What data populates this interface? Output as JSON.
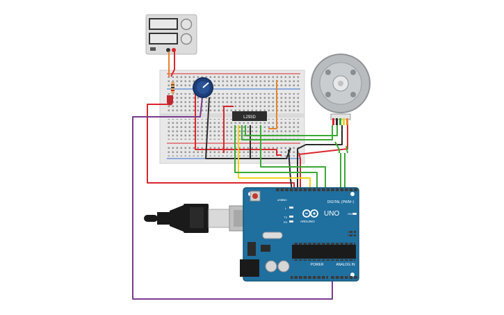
{
  "circuit": {
    "ic_label": "L293D",
    "arduino": {
      "brand": "ARDUINO",
      "model": "UNO",
      "digital_header_label": "DIGITAL (PWM~)",
      "power_label": "POWER",
      "analog_label": "ANALOG IN",
      "tx_label": "TX",
      "rx_label": "RX",
      "l_label": "L",
      "on_label": "ON",
      "aref_label": "AREF",
      "gnd_label": "GND"
    },
    "colors": {
      "board": "#1f6f9f",
      "breadboard": "#e8e8e8",
      "wire_red": "#d9262c",
      "wire_green": "#3aa935",
      "wire_yellow": "#f2d21b",
      "wire_black": "#2a2a2a",
      "wire_purple": "#7a3a8e",
      "wire_orange": "#e8822a",
      "motor": "#b8bcbf",
      "potentiometer": "#1f3f7a"
    },
    "icons": [
      "power-supply-icon",
      "potentiometer-icon",
      "stepper-motor-icon",
      "usb-cable-icon",
      "dc-jack-icon"
    ]
  }
}
